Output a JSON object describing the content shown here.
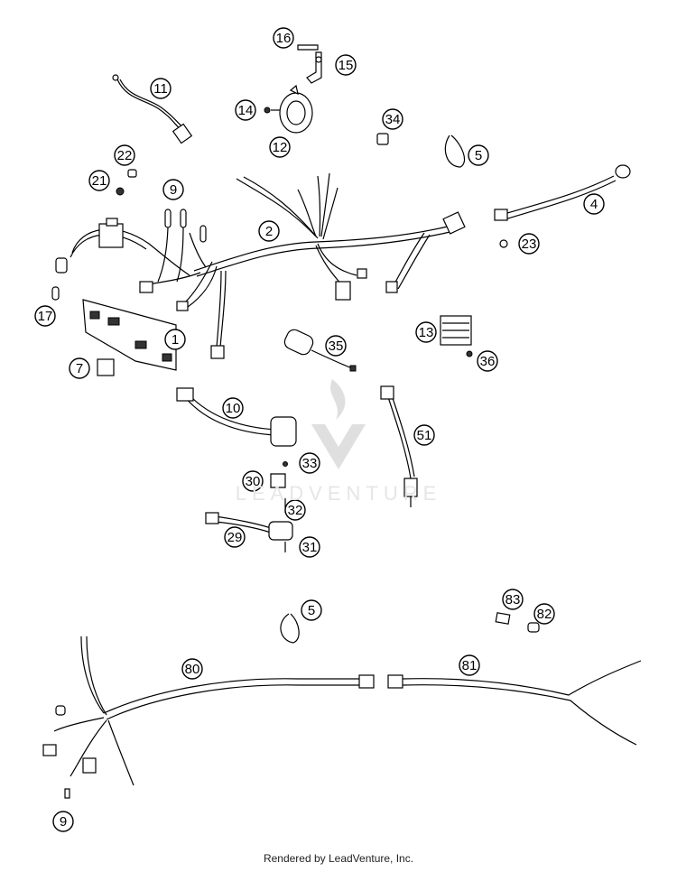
{
  "diagram": {
    "callouts": [
      {
        "label": "16"
      },
      {
        "label": "15"
      },
      {
        "label": "11"
      },
      {
        "label": "14"
      },
      {
        "label": "34"
      },
      {
        "label": "12"
      },
      {
        "label": "5"
      },
      {
        "label": "22"
      },
      {
        "label": "21"
      },
      {
        "label": "9"
      },
      {
        "label": "2"
      },
      {
        "label": "4"
      },
      {
        "label": "23"
      },
      {
        "label": "17"
      },
      {
        "label": "1"
      },
      {
        "label": "13"
      },
      {
        "label": "35"
      },
      {
        "label": "36"
      },
      {
        "label": "7"
      },
      {
        "label": "10"
      },
      {
        "label": "51"
      },
      {
        "label": "33"
      },
      {
        "label": "30"
      },
      {
        "label": "32"
      },
      {
        "label": "29"
      },
      {
        "label": "31"
      },
      {
        "label": "5"
      },
      {
        "label": "83"
      },
      {
        "label": "82"
      },
      {
        "label": "80"
      },
      {
        "label": "81"
      },
      {
        "label": "9"
      }
    ]
  },
  "watermark": "LEADVENTURE",
  "footer": "Rendered by LeadVenture, Inc."
}
